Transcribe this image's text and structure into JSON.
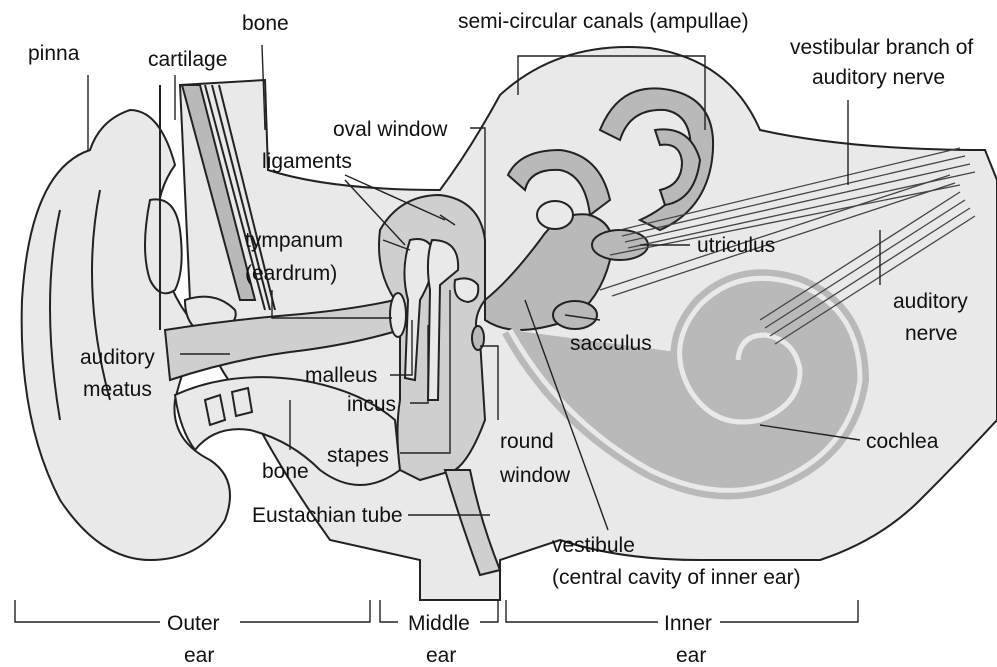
{
  "labels": {
    "pinna": "pinna",
    "cartilage": "cartilage",
    "bone_top": "bone",
    "semicircular": "semi-circular canals (ampullae)",
    "vestibular_branch_1": "vestibular branch of",
    "vestibular_branch_2": "auditory nerve",
    "oval_window": "oval window",
    "ligaments": "ligaments",
    "tympanum_1": "tympanum",
    "tympanum_2": "(eardrum)",
    "utriculus": "utriculus",
    "auditory_nerve_1": "auditory",
    "auditory_nerve_2": "nerve",
    "auditory_meatus_1": "auditory",
    "auditory_meatus_2": "meatus",
    "sacculus": "sacculus",
    "malleus": "malleus",
    "incus": "incus",
    "bone_bottom": "bone",
    "stapes": "stapes",
    "round_window_1": "round",
    "round_window_2": "window",
    "cochlea": "cochlea",
    "eustachian": "Eustachian tube",
    "vestibule_1": "vestibule",
    "vestibule_2": "(central cavity of inner ear)"
  },
  "sections": {
    "outer_1": "Outer",
    "outer_2": "ear",
    "middle_1": "Middle",
    "middle_2": "ear",
    "inner_1": "Inner",
    "inner_2": "ear"
  },
  "colors": {
    "tissue": "#e9e9e9",
    "canal": "#b9b9b9",
    "outline": "#222222"
  }
}
